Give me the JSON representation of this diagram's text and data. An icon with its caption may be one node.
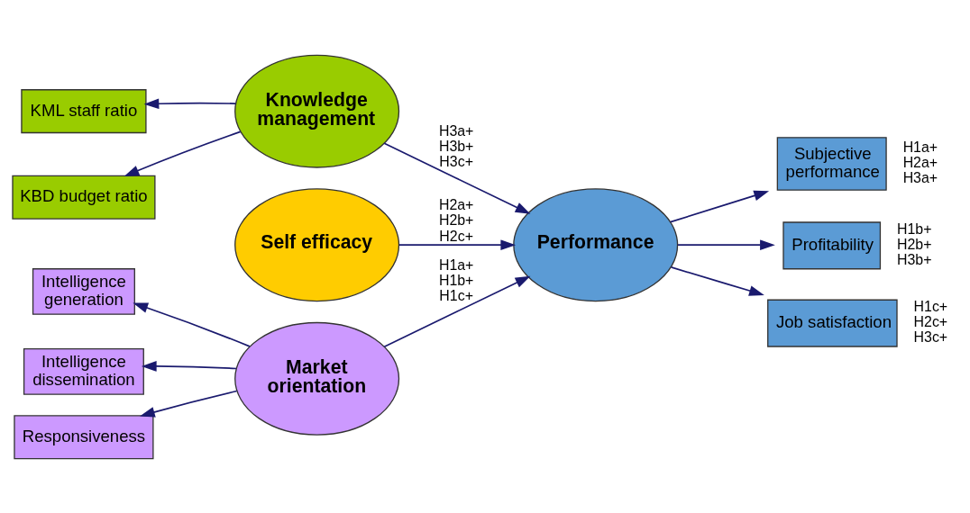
{
  "diagram": {
    "nodes": [
      {
        "text": [
          "KML staff ratio"
        ]
      },
      {
        "text": [
          "KBD budget ratio"
        ]
      },
      {
        "text": [
          "Knowledge management"
        ]
      },
      {
        "text": [
          "Self efficacy"
        ]
      },
      {
        "text": [
          "Intelligence generation"
        ]
      },
      {
        "text": [
          "Intelligence dissemination"
        ]
      },
      {
        "text": [
          "Responsiveness"
        ]
      },
      {
        "text": [
          "Market orientation"
        ]
      },
      {
        "text": [
          "Performance"
        ]
      },
      {
        "text": [
          "Subjective performance"
        ],
        "beside": [
          "H1a+ H2a+ H3a+"
        ]
      },
      {
        "text": [
          "Profitability"
        ],
        "beside": [
          "H1b+ H2b+ H3b+"
        ]
      },
      {
        "text": [
          "Job satisfaction"
        ],
        "beside": [
          "H1c+ H2c+ H3c+"
        ]
      }
    ],
    "edges": [
      {
        "from": 2,
        "to": 0,
        "arrow": "to"
      },
      {
        "from": 2,
        "to": 1,
        "arrow": "to"
      },
      {
        "from": 2,
        "to": 8,
        "arrow": "to",
        "label": "H3a+ H3b+ H3c+"
      },
      {
        "from": 3,
        "to": 8,
        "arrow": "to",
        "label": "H2a+ H2b+ H2c+"
      },
      {
        "from": 7,
        "to": 8,
        "arrow": "to",
        "label": "H1a+ H1b+ H1c+"
      },
      {
        "from": 7,
        "to": 4,
        "arrow": "to"
      },
      {
        "from": 7,
        "to": 5,
        "arrow": "to"
      },
      {
        "from": 7,
        "to": 6,
        "arrow": "to"
      },
      {
        "from": 8,
        "to": 9,
        "arrow": "to"
      },
      {
        "from": 8,
        "to": 10,
        "arrow": "to"
      },
      {
        "from": 8,
        "to": 11,
        "arrow": "to"
      }
    ]
  }
}
